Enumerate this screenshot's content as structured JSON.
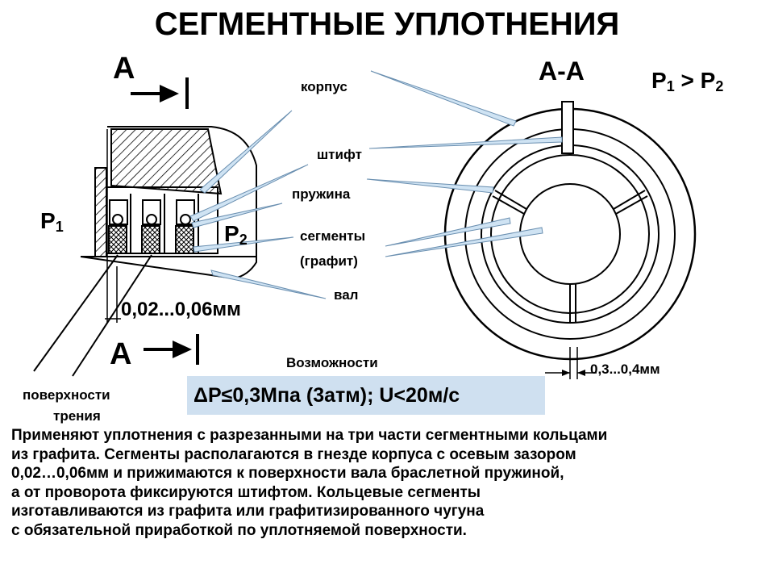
{
  "title": "СЕГМЕНТНЫЕ УПЛОТНЕНИЯ",
  "section_mark": "А",
  "section_view": "А-А",
  "pressure_relation": {
    "p1": "P",
    "p1_sub": "1",
    "gt": ">",
    "p2": "P",
    "p2_sub": "2"
  },
  "p1_label": {
    "p": "P",
    "sub": "1"
  },
  "p2_label": {
    "p": "P",
    "sub": "2"
  },
  "labels": {
    "housing": "корпус",
    "pin": "штифт",
    "spring": "пружина",
    "segments_1": "сегменты",
    "segments_2": "(графит)",
    "shaft": "вал",
    "friction_1": "поверхности",
    "friction_2": "трения",
    "capabilities": "Возможности"
  },
  "axial_gap": "0,02...0,06мм",
  "radial_gap": "0,3...0,4мм",
  "capabilities_box": {
    "delta": "Δ",
    "text": "P≤0,3Мпа (3атм); U<20м/с"
  },
  "paragraph": [
    "Применяют уплотнения с разрезанными на три части сегментными кольцами",
    " из графита.  Сегменты располагаются в гнезде корпуса с осевым зазором",
    "  0,02…0,06мм  и прижимаются к поверхности вала браслетной пружиной,",
    "а от проворота  фиксируются штифтом. Кольцевые сегменты",
    "изготавливаются  из графита или графитизированного чугуна",
    "  с обязательной приработкой  по уплотняемой поверхности."
  ],
  "colors": {
    "leader": "#bcd8ee",
    "box": "#cfe0f0"
  }
}
